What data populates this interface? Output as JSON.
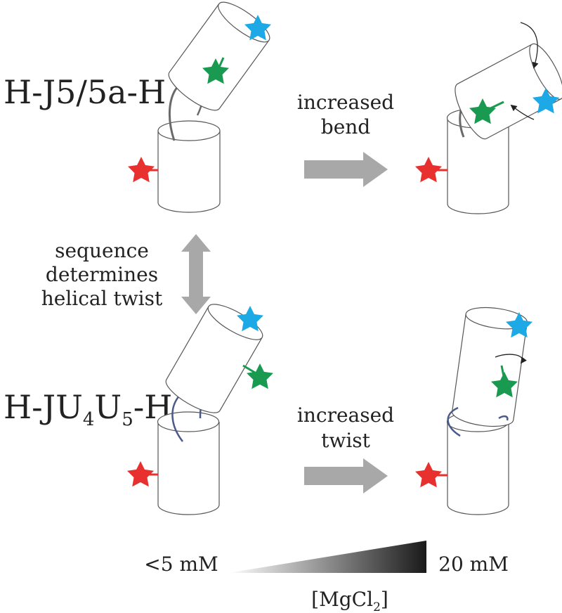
{
  "constructs": {
    "top": {
      "name": "H-J5/5a-H"
    },
    "bottom": {
      "prefix": "H-JU",
      "sub1": "4",
      "mid": "U",
      "sub2": "5",
      "suffix": "-H"
    }
  },
  "arrows": {
    "top_label_line1": "increased",
    "top_label_line2": "bend",
    "bottom_label_line1": "increased",
    "bottom_label_line2": "twist"
  },
  "sequence_note": {
    "line1": "sequence",
    "line2": "determines",
    "line3": "helical twist"
  },
  "gradient": {
    "low_label": "<5 mM",
    "high_label": "20 mM",
    "axis_prefix": "[MgCl",
    "axis_sub": "2",
    "axis_suffix": "]"
  },
  "colors": {
    "blue_star": "#1da8e6",
    "green_star": "#1a9a50",
    "red_star": "#e8302e",
    "gray_arrow": "#a8a8a8",
    "linker_top": "#6a6a6a",
    "linker_bottom": "#4a5a8a"
  }
}
